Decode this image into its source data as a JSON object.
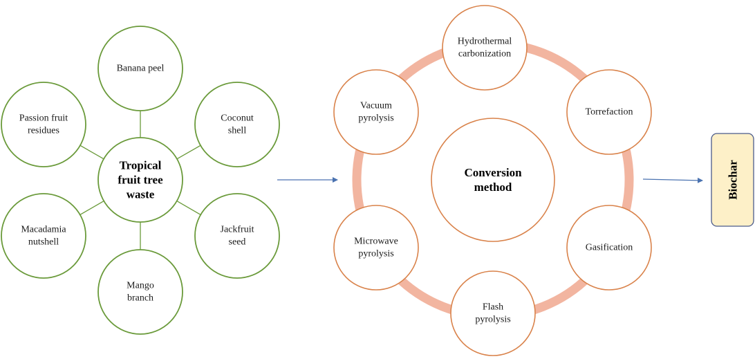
{
  "waste_cluster": {
    "hub": {
      "lines": [
        "Tropical",
        "fruit tree",
        "waste"
      ]
    },
    "sources": [
      {
        "id": "banana-peel",
        "lines": [
          "Banana  peel"
        ]
      },
      {
        "id": "coconut-shell",
        "lines": [
          "Coconut",
          "shell"
        ]
      },
      {
        "id": "jackfruit-seed",
        "lines": [
          "Jackfruit",
          "seed"
        ]
      },
      {
        "id": "mango-branch",
        "lines": [
          "Mango",
          "branch"
        ]
      },
      {
        "id": "macadamia-nutshell",
        "lines": [
          "Macadamia",
          "nutshell"
        ]
      },
      {
        "id": "passion-fruit-residues",
        "lines": [
          "Passion  fruit",
          "residues"
        ]
      }
    ],
    "colors": {
      "outline": "#6a9a3a"
    }
  },
  "conversion_cluster": {
    "hub": {
      "lines": [
        "Conversion",
        "method"
      ]
    },
    "methods": [
      {
        "id": "hydrothermal-carbonization",
        "lines": [
          "Hydrothermal",
          "carbonization"
        ]
      },
      {
        "id": "torrefaction",
        "lines": [
          "Torrefaction"
        ]
      },
      {
        "id": "gasification",
        "lines": [
          "Gasification"
        ]
      },
      {
        "id": "flash-pyrolysis",
        "lines": [
          "Flash",
          "pyrolysis"
        ]
      },
      {
        "id": "microwave-pyrolysis",
        "lines": [
          "Microwave",
          "pyrolysis"
        ]
      },
      {
        "id": "vacuum-pyrolysis",
        "lines": [
          "Vacuum",
          "pyrolysis"
        ]
      }
    ],
    "colors": {
      "outline": "#d9824a",
      "ring": "#f2b5a0"
    }
  },
  "product": {
    "label": "Biochar",
    "colors": {
      "fill": "#fdf0c8",
      "outline": "#4a5a8a"
    }
  },
  "arrows": {
    "color": "#4a72b0"
  }
}
